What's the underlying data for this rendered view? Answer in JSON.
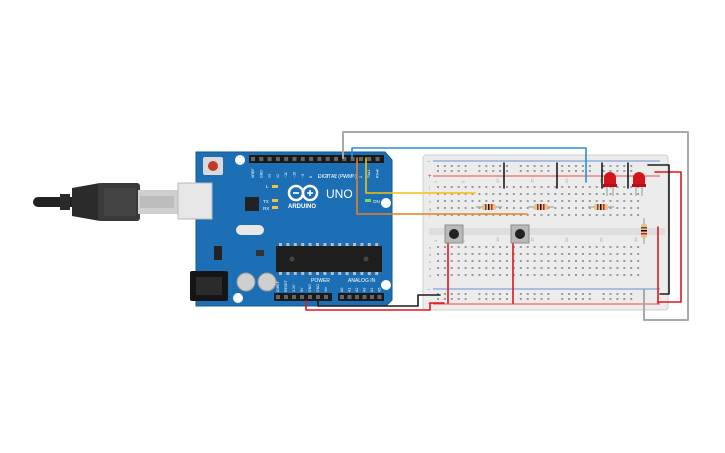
{
  "arduino": {
    "brand": "ARDUINO",
    "model": "UNO",
    "on_label": "ON",
    "digital_label": "DIGITAL (PWM~)",
    "power_label": "POWER",
    "analog_label": "ANALOG IN",
    "tx_label": "TX",
    "rx_label": "RX",
    "l_label": "L",
    "digital_pins": [
      "AREF",
      "GND",
      "13",
      "12",
      "~11",
      "~10",
      "~9",
      "8",
      "7",
      "~6",
      "~5",
      "4",
      "~3",
      "2",
      "TX▸1",
      "RX◂0"
    ],
    "power_pins": [
      "IOREF",
      "RESET",
      "3.3V",
      "5V",
      "GND",
      "GND",
      "Vin"
    ],
    "analog_pins": [
      "A0",
      "A1",
      "A2",
      "A3",
      "A4",
      "A5"
    ]
  },
  "breadboard": {
    "columns": [
      "1",
      "5",
      "10",
      "15",
      "20",
      "25",
      "30"
    ],
    "rows_top": [
      "j",
      "i",
      "h",
      "g",
      "f"
    ],
    "rows_bottom": [
      "e",
      "d",
      "c",
      "b",
      "a"
    ],
    "rail_plus": "+",
    "rail_minus": "-"
  },
  "colors": {
    "board": "#1c6fb4",
    "board_dark": "#155a93",
    "wire_red": "#e0161b",
    "wire_black": "#1b1b1b",
    "wire_gray": "#a9a9a9",
    "wire_blue": "#2a8ed8",
    "wire_yellow": "#f2c20b",
    "wire_orange": "#e8821e",
    "led_red": "#d4141c",
    "breadboard": "#ececec"
  },
  "components": {
    "leds": [
      "led-1",
      "led-2"
    ],
    "buttons": [
      "button-1",
      "button-2"
    ],
    "resistors": [
      "resistor-1",
      "resistor-2",
      "resistor-3",
      "resistor-4"
    ]
  }
}
